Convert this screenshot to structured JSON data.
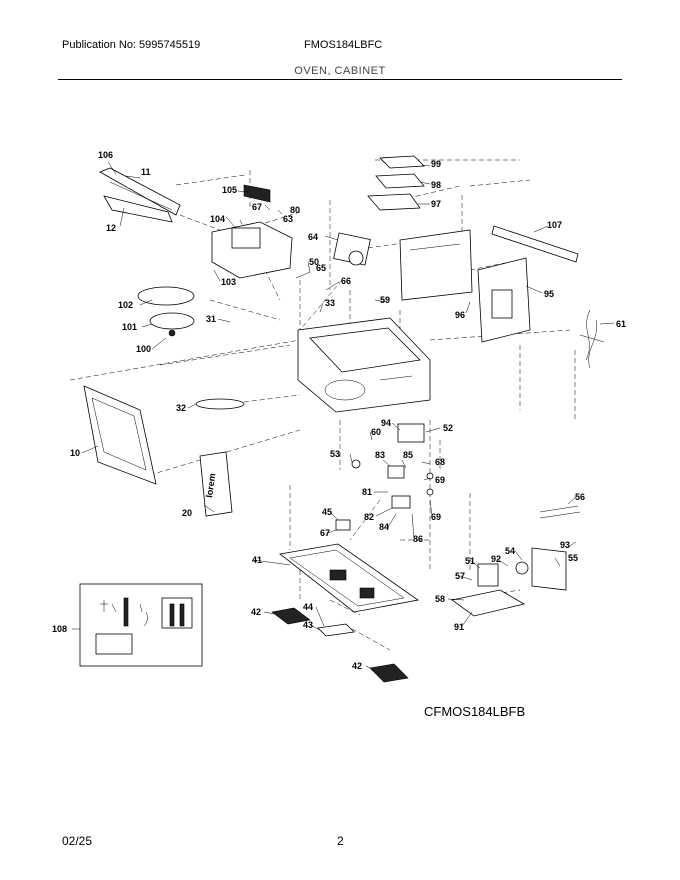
{
  "header": {
    "publication": "Publication No: 5995745519",
    "model": "FMOS184LBFC",
    "section": "OVEN, CABINET"
  },
  "diagram": {
    "code": "CFMOS184LBFB",
    "door_text": "lorem",
    "callouts": {
      "c106": "106",
      "c11": "11",
      "c12": "12",
      "c105": "105",
      "c67a": "67",
      "c80": "80",
      "c63": "63",
      "c104": "104",
      "c99": "99",
      "c98": "98",
      "c97": "97",
      "c107": "107",
      "c64": "64",
      "c50": "50",
      "c65": "65",
      "c66": "66",
      "c103": "103",
      "c95": "95",
      "c59": "59",
      "c33": "33",
      "c96": "96",
      "c61": "61",
      "c102": "102",
      "c31": "31",
      "c101": "101",
      "c100": "100",
      "c32": "32",
      "c10": "10",
      "c94": "94",
      "c52": "52",
      "c60": "60",
      "c53": "53",
      "c83": "83",
      "c85": "85",
      "c68": "68",
      "c69a": "69",
      "c81": "81",
      "c69b": "69",
      "c82": "82",
      "c84": "84",
      "c86": "86",
      "c20": "20",
      "c45": "45",
      "c67b": "67",
      "c56": "56",
      "c41": "41",
      "c93": "93",
      "c92": "92",
      "c54": "54",
      "c55": "55",
      "c51": "51",
      "c57": "57",
      "c58": "58",
      "c91": "91",
      "c42a": "42",
      "c44": "44",
      "c43": "43",
      "c108": "108",
      "c42b": "42"
    }
  },
  "footer": {
    "date": "02/25",
    "page": "2"
  }
}
